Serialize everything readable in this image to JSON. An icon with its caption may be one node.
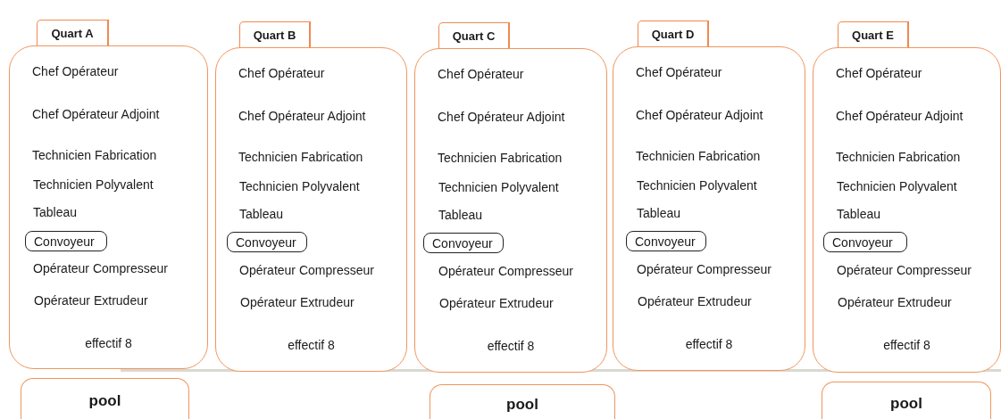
{
  "diagram": {
    "nodes": [
      {
        "text": [
          "Quart A"
        ]
      },
      {
        "text": [
          "Chef Opérateur",
          "Chef Opérateur Adjoint",
          "Technicien Fabrication",
          "Technicien Polyvalent",
          "Tableau",
          "Opérateur Compresseur",
          "Opérateur Extrudeur",
          "effectif 8"
        ]
      },
      {
        "text": [
          "Convoyeur"
        ],
        "in": 1
      },
      {
        "text": [
          "Quart B"
        ]
      },
      {
        "text": [
          "Chef Opérateur",
          "Chef Opérateur Adjoint",
          "Technicien Fabrication",
          "Technicien Polyvalent",
          "Tableau",
          "Opérateur Compresseur",
          "Opérateur Extrudeur",
          "effectif 8"
        ]
      },
      {
        "text": [
          "Convoyeur"
        ],
        "in": 4
      },
      {
        "text": [
          "Quart C"
        ]
      },
      {
        "text": [
          "Chef Opérateur",
          "Chef Opérateur Adjoint",
          "Technicien Fabrication",
          "Technicien Polyvalent",
          "Tableau",
          "Opérateur Compresseur",
          "Opérateur Extrudeur",
          "effectif 8"
        ]
      },
      {
        "text": [
          "Convoyeur"
        ],
        "in": 7
      },
      {
        "text": [
          "Quart D"
        ]
      },
      {
        "text": [
          "Chef Opérateur",
          "Chef Opérateur Adjoint",
          "Technicien Fabrication",
          "Technicien Polyvalent",
          "Tableau",
          "Opérateur Compresseur",
          "Opérateur Extrudeur",
          "effectif 8"
        ]
      },
      {
        "text": [
          "Convoyeur"
        ],
        "in": 10
      },
      {
        "text": [
          "Quart E"
        ]
      },
      {
        "text": [
          "Chef Opérateur",
          "Chef Opérateur Adjoint",
          "Technicien Fabrication",
          "Technicien Polyvalent",
          "Tableau",
          "Opérateur Compresseur",
          "Opérateur Extrudeur",
          "effectif 8"
        ]
      },
      {
        "text": [
          "Convoyeur"
        ],
        "in": 13
      },
      {
        "text": [
          "pool"
        ]
      },
      {
        "text": [
          "pool"
        ]
      },
      {
        "text": [
          "pool"
        ]
      }
    ],
    "edges": []
  }
}
